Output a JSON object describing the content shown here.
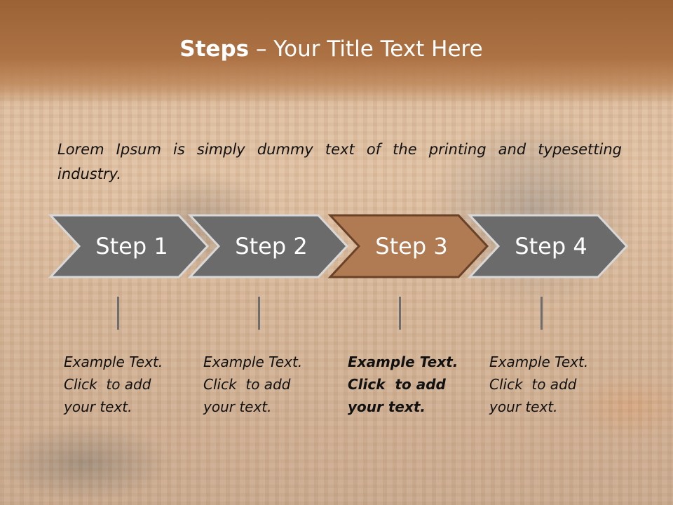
{
  "slide": {
    "title_bold": "Steps",
    "title_rest": " – Your Title Text Here",
    "intro": "Lorem Ipsum is simply dummy text of the printing and typesetting industry."
  },
  "steps": [
    {
      "label": "Step 1",
      "text_lines": [
        "Example Text.",
        "Click  to add",
        "your text."
      ],
      "highlighted": false
    },
    {
      "label": "Step 2",
      "text_lines": [
        "Example Text.",
        "Click  to add",
        "your text."
      ],
      "highlighted": false
    },
    {
      "label": "Step 3",
      "text_lines": [
        "Example Text.",
        "Click  to add",
        "your text."
      ],
      "highlighted": true
    },
    {
      "label": "Step 4",
      "text_lines": [
        "Example Text.",
        "Click  to add",
        "your text."
      ],
      "highlighted": false
    }
  ],
  "colors": {
    "step_default": "#6b6b6b",
    "step_highlight": "#b07a52",
    "title_band": "#a86c3e"
  }
}
